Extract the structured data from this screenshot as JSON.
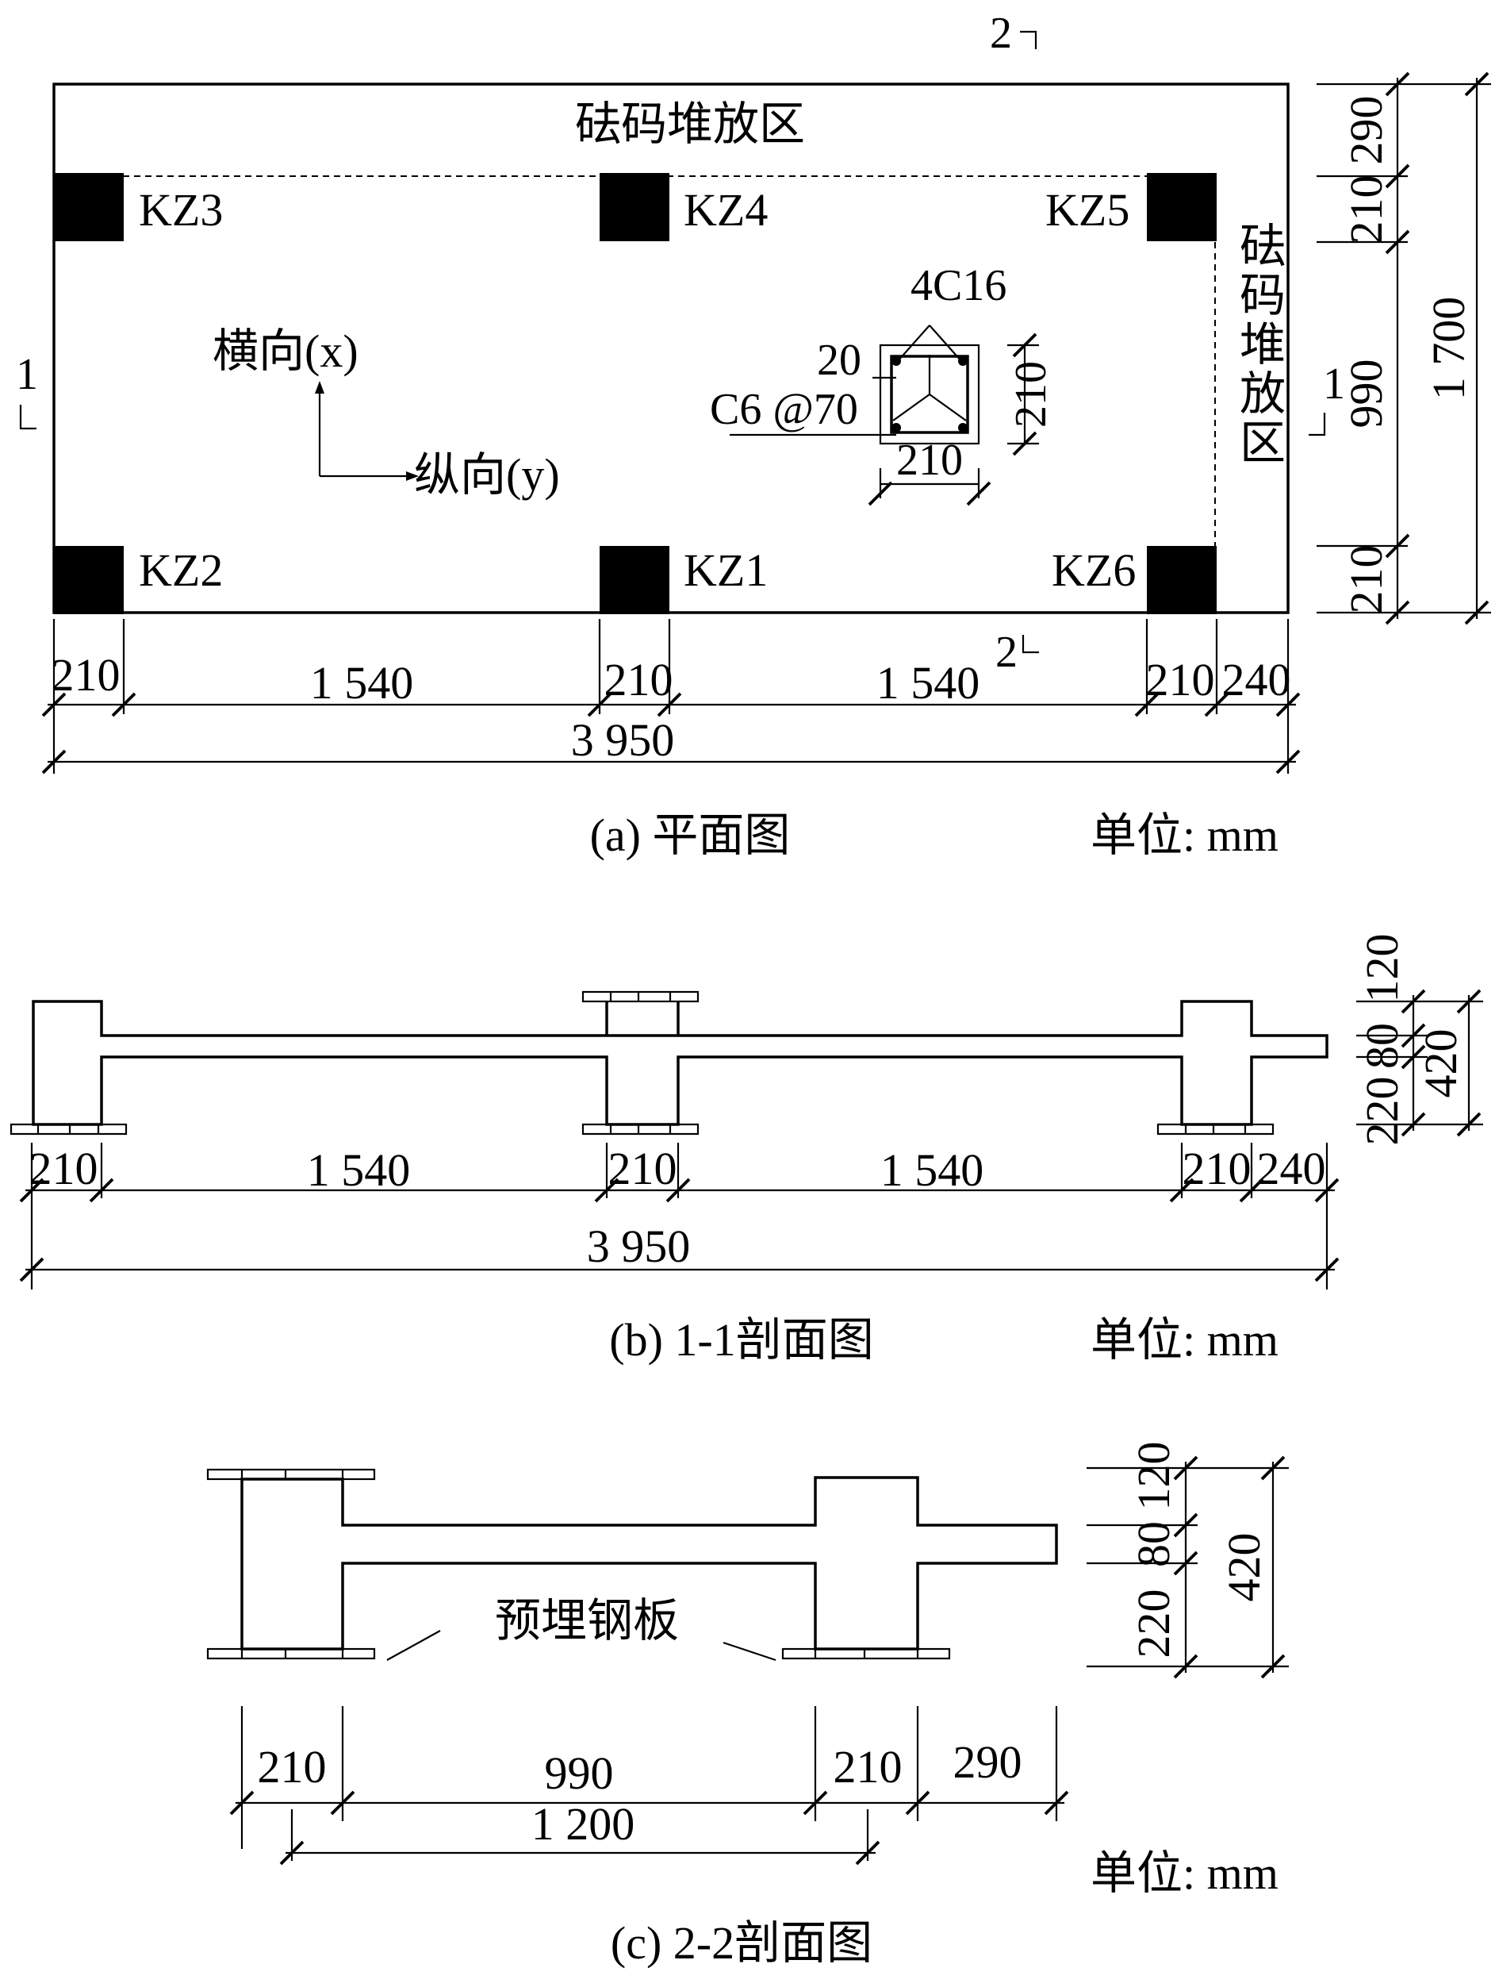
{
  "plan": {
    "top_label": "砝码堆放区",
    "side_label": [
      "砝",
      "码",
      "堆",
      "放",
      "区"
    ],
    "columns": {
      "kz1": "KZ1",
      "kz2": "KZ2",
      "kz3": "KZ3",
      "kz4": "KZ4",
      "kz5": "KZ5",
      "kz6": "KZ6"
    },
    "axis_x": "横向(x)",
    "axis_y": "纵向(y)",
    "section_marks": {
      "s1": "1",
      "s2": "2"
    },
    "detail": {
      "rebar": "4C16",
      "cover": "20",
      "stirrup": "C6 @70",
      "width": "210",
      "depth": "210"
    },
    "bottom_dims": [
      "210",
      "1 540",
      "210",
      "1 540",
      "210",
      "240"
    ],
    "total": "3 950",
    "right_dims": [
      "290",
      "210",
      "990",
      "210"
    ],
    "right_total": "1 700",
    "caption": "(a) 平面图",
    "unit": "单位: mm"
  },
  "section11": {
    "dims": [
      "210",
      "1 540",
      "210",
      "1 540",
      "210",
      "240"
    ],
    "total": "3 950",
    "right_dims": [
      "120",
      "80",
      "220"
    ],
    "right_total": "420",
    "caption": "(b) 1-1剖面图",
    "unit": "单位: mm"
  },
  "section22": {
    "label": "预埋钢板",
    "dims": [
      "210",
      "990",
      "210",
      "290"
    ],
    "total": "1 200",
    "right_dims": [
      "120",
      "80",
      "220"
    ],
    "right_total": "420",
    "caption": "(c) 2-2剖面图",
    "unit": "单位: mm"
  }
}
